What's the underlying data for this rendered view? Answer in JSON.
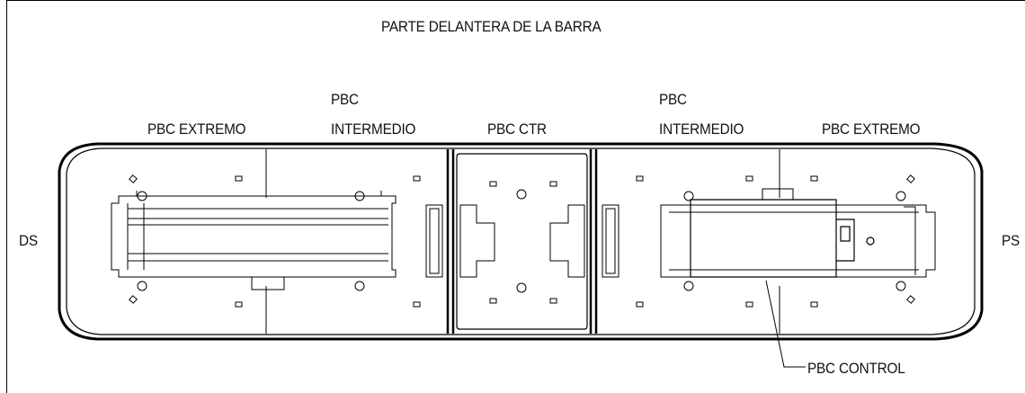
{
  "header": {
    "title": "PARTE DELANTERA DE LA BARRA"
  },
  "sides": {
    "left": "DS",
    "right": "PS"
  },
  "boards": {
    "left_end": "PBC EXTREMO",
    "left_mid_line1": "PBC",
    "left_mid_line2": "INTERMEDIO",
    "center": "PBC CTR",
    "right_mid_line1": "PBC",
    "right_mid_line2": "INTERMEDIO",
    "right_end": "PBC EXTREMO"
  },
  "callout": {
    "control": "PBC CONTROL"
  },
  "colors": {
    "line": "#000000",
    "background": "#ffffff",
    "text": "#111111"
  }
}
